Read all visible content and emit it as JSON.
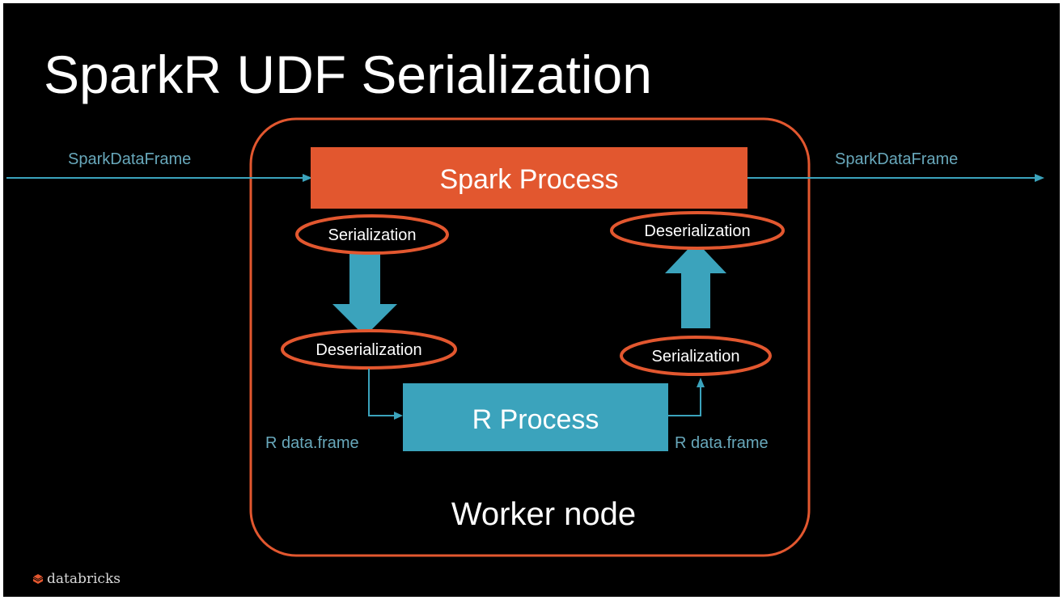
{
  "slide": {
    "title": "SparkR UDF Serialization"
  },
  "diagram": {
    "input_label": "SparkDataFrame",
    "output_label": "SparkDataFrame",
    "spark_process": "Spark Process",
    "r_process": "R Process",
    "worker_node": "Worker node",
    "left_top_ellipse": "Serialization",
    "left_bottom_ellipse": "Deserialization",
    "right_top_ellipse": "Deserialization",
    "right_bottom_ellipse": "Serialization",
    "left_rdf_label": "R data.frame",
    "right_rdf_label": "R data.frame"
  },
  "logo": {
    "text": "databricks"
  },
  "colors": {
    "background": "#000000",
    "accent_orange": "#e2572f",
    "accent_teal": "#3ba3bc",
    "label_teal": "#68a8bb",
    "text_white": "#ffffff"
  }
}
